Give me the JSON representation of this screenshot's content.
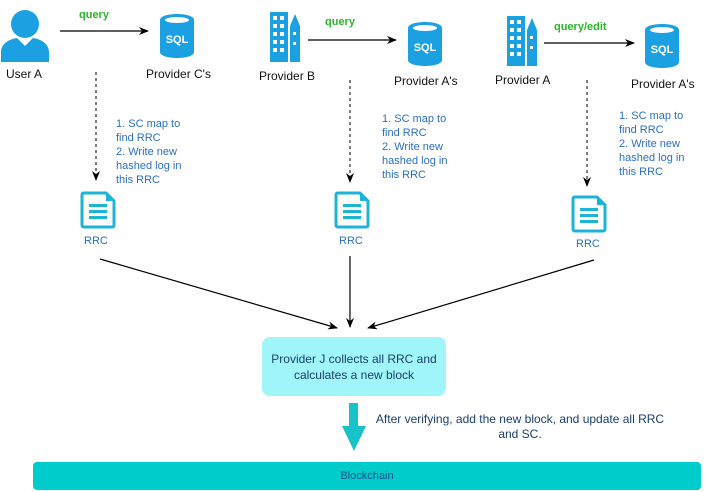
{
  "colors": {
    "icon_blue": "#1ba1e2",
    "query_green": "#2db52d",
    "step_text_blue": "#2c6fc0",
    "collector_box": "#9ff5f7",
    "blockchain_bar": "#00cccc",
    "big_arrow": "#19c2c8"
  },
  "actors": [
    {
      "label": "User A",
      "icon": "user-icon"
    },
    {
      "label": "Provider B",
      "icon": "building-icon"
    },
    {
      "label": "Provider A",
      "icon": "building-icon"
    }
  ],
  "databases": [
    {
      "label": "Provider C's",
      "icon": "sql-database-icon",
      "icon_text": "SQL"
    },
    {
      "label": "Provider A's",
      "icon": "sql-database-icon",
      "icon_text": "SQL"
    },
    {
      "label": "Provider A's",
      "icon": "sql-database-icon",
      "icon_text": "SQL"
    }
  ],
  "queries": [
    {
      "label": "query"
    },
    {
      "label": "query"
    },
    {
      "label": "query/edit"
    }
  ],
  "steps": [
    {
      "text": "1. SC map to\nfind RRC\n2. Write new\nhashed log in\nthis RRC"
    },
    {
      "text": "1. SC map to\nfind RRC\n2. Write new\nhashed log in\nthis RRC"
    },
    {
      "text": "1. SC map to\nfind RRC\n2. Write new\nhashed log in\nthis RRC"
    }
  ],
  "rrcs": [
    {
      "label": "RRC",
      "icon": "document-icon"
    },
    {
      "label": "RRC",
      "icon": "document-icon"
    },
    {
      "label": "RRC",
      "icon": "document-icon"
    }
  ],
  "collector": {
    "text": "Provider J collects all RRC and calculates a new block"
  },
  "verify_note": {
    "text": "After verifying, add the new block, and update all RRC and SC."
  },
  "blockchain": {
    "label": "Blockchain"
  }
}
